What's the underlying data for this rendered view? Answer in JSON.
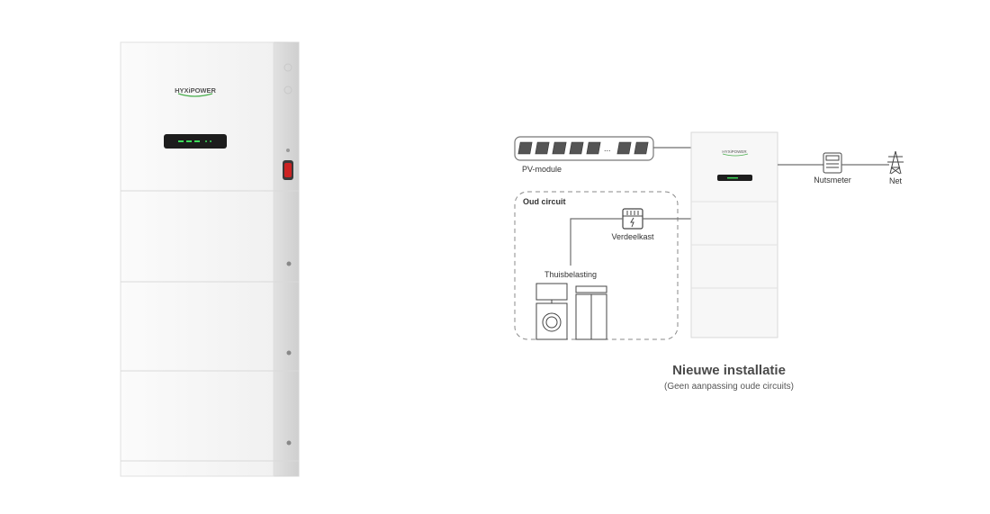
{
  "brand": {
    "logo_text": "HYXiPOWER"
  },
  "diagram": {
    "pv_label": "PV-module",
    "pv_ellipsis": "...",
    "old_circuit_label": "Oud circuit",
    "distribution_box_label": "Verdeelkast",
    "home_load_label": "Thuisbelasting",
    "utility_meter_label": "Nutsmeter",
    "grid_label": "Net"
  },
  "caption": {
    "title": "Nieuwe installatie",
    "subtitle": "(Geen aanpassing oude circuits)"
  },
  "colors": {
    "brand_green": "#4caf50",
    "line_grey": "#6f6f6f",
    "panel_white": "#f7f7f7",
    "emergency_red": "#cc2222"
  }
}
